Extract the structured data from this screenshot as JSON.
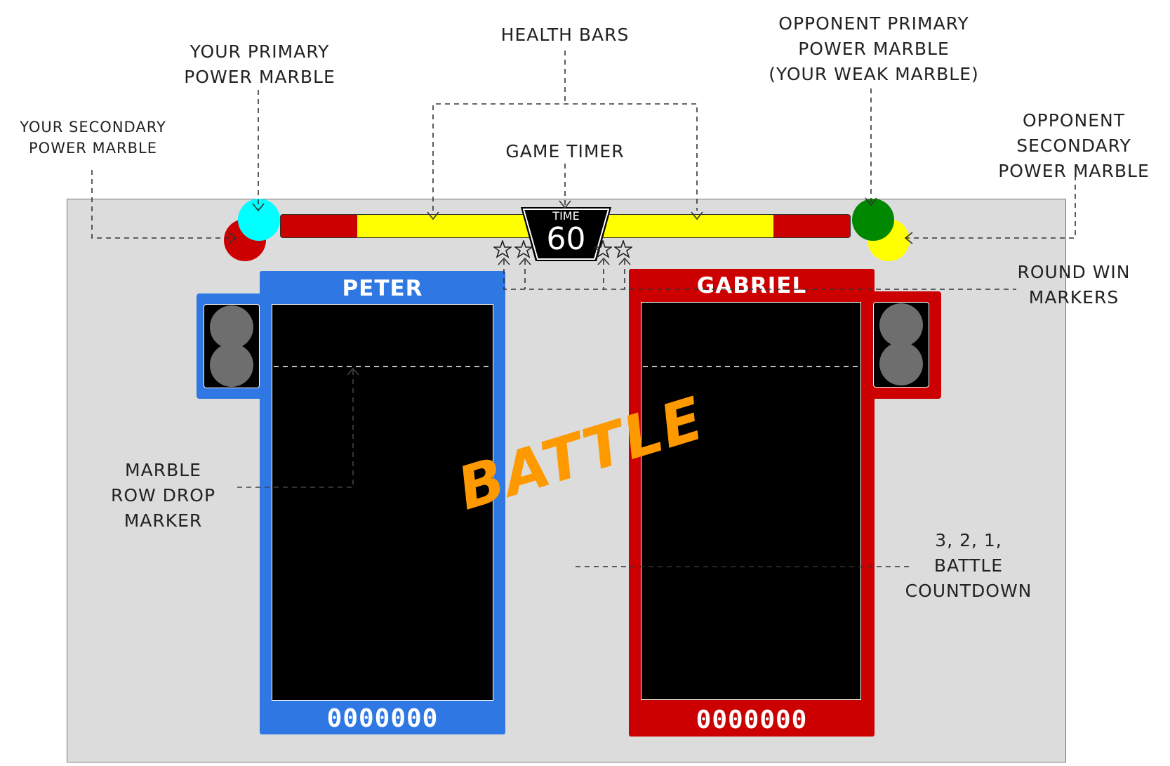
{
  "callouts": {
    "secondary_marble": [
      "YOUR SECONDARY",
      "POWER MARBLE"
    ],
    "primary_marble": [
      "YOUR PRIMARY",
      "POWER MARBLE"
    ],
    "health_bars": "HEALTH BARS",
    "game_timer": "GAME TIMER",
    "opp_primary": [
      "OPPONENT PRIMARY",
      "POWER MARBLE",
      "(YOUR WEAK MARBLE)"
    ],
    "opp_secondary": [
      "OPPONENT",
      "SECONDARY",
      "POWER MARBLE"
    ],
    "round_win": [
      "ROUND WIN",
      "MARKERS"
    ],
    "row_drop": [
      "MARBLE",
      "ROW DROP",
      "MARKER"
    ],
    "countdown": [
      "3, 2, 1,",
      "BATTLE",
      "COUNTDOWN"
    ]
  },
  "timer": {
    "label": "TIME",
    "value": "60"
  },
  "health": {
    "left_fraction": 0.73,
    "right_fraction": 0.73
  },
  "players": {
    "left": {
      "name": "PETER",
      "score": "0000000",
      "color": "#2f78e3"
    },
    "right": {
      "name": "GABRIEL",
      "score": "0000000",
      "color": "#cc0000"
    }
  },
  "marbles": {
    "your_primary": "#00ffff",
    "your_secondary": "#cc0000",
    "opp_primary": "#008800",
    "opp_secondary": "#ffff00"
  },
  "battle_text": "BATTLE",
  "colors": {
    "health_fill": "#ffff00",
    "health_empty": "#cc0000",
    "battle": "#ff9900"
  }
}
